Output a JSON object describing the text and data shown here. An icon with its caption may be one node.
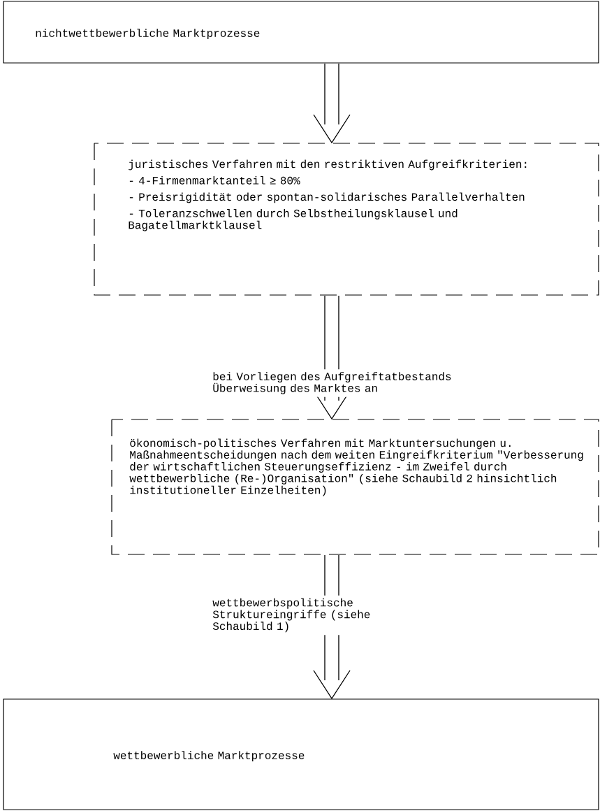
{
  "diagram": {
    "nodes": [
      {
        "text": [
          "nichtwettbewerbliche Marktprozesse"
        ]
      },
      {
        "text": [
          "juristisches Verfahren mit den restriktiven Aufgreifkriterien:",
          "- 4-Firmenmarktanteil ≥ 80%",
          "- Preisrigidität oder spontan-solidarisches Parallelverhalten",
          "- Toleranzschwellen durch Selbstheilungsklausel und Bagatellmarktklausel"
        ]
      },
      {
        "text": [
          "ökonomisch-politisches Verfahren mit Marktuntersuchungen u. Maßnahmeentscheidungen nach dem weiten Eingreifkriterium \"Verbesserung der wirtschaftlichen Steuerungseffizienz - im Zweifel durch wettbewerbliche (Re-)Organisation\" (siehe Schaubild 2 hinsichtlich institutioneller Einzelheiten)"
        ]
      },
      {
        "text": [
          "wettbewerbliche Marktprozesse"
        ]
      }
    ],
    "edges": [
      {
        "from": 0,
        "to": 1,
        "arrow": "to"
      },
      {
        "from": 1,
        "to": 2,
        "arrow": "to",
        "label": "bei Vorliegen des Aufgreiftatbestands Überweisung des Marktes an"
      },
      {
        "from": 2,
        "to": 3,
        "arrow": "to",
        "label": "wettbewerbspolitische Struktureingriffe (siehe Schaubild 1)"
      }
    ]
  }
}
